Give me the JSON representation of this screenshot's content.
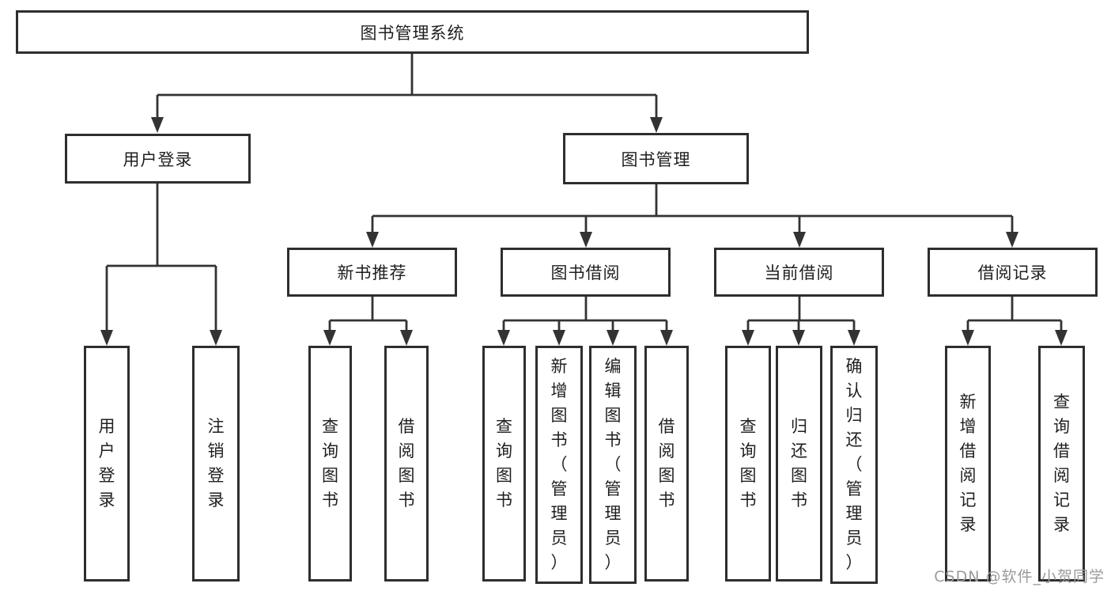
{
  "diagram": {
    "type": "tree",
    "orientation": "top-down"
  },
  "colors": {
    "background": "#ffffff",
    "box_border": "#2e2e2e",
    "connector": "#333333",
    "text": "#1f1f1f",
    "watermark": "#9b9b9b"
  },
  "tree": {
    "root": {
      "label": "图书管理系统"
    },
    "branches": [
      {
        "label": "用户登录",
        "children": [
          {
            "label": "用户登录"
          },
          {
            "label": "注销登录"
          }
        ]
      },
      {
        "label": "图书管理",
        "children": [
          {
            "label": "新书推荐",
            "children": [
              {
                "label": "查询图书"
              },
              {
                "label": "借阅图书"
              }
            ]
          },
          {
            "label": "图书借阅",
            "children": [
              {
                "label": "查询图书"
              },
              {
                "label": "新增图书（管理员）"
              },
              {
                "label": "编辑图书（管理员）"
              },
              {
                "label": "借阅图书"
              }
            ]
          },
          {
            "label": "当前借阅",
            "children": [
              {
                "label": "查询图书"
              },
              {
                "label": "归还图书"
              },
              {
                "label": "确认归还（管理员）"
              }
            ]
          },
          {
            "label": "借阅记录",
            "children": [
              {
                "label": "新增借阅记录"
              },
              {
                "label": "查询借阅记录"
              }
            ]
          }
        ]
      }
    ]
  },
  "watermark": {
    "text": "CSDN @软件_小贺同学"
  }
}
